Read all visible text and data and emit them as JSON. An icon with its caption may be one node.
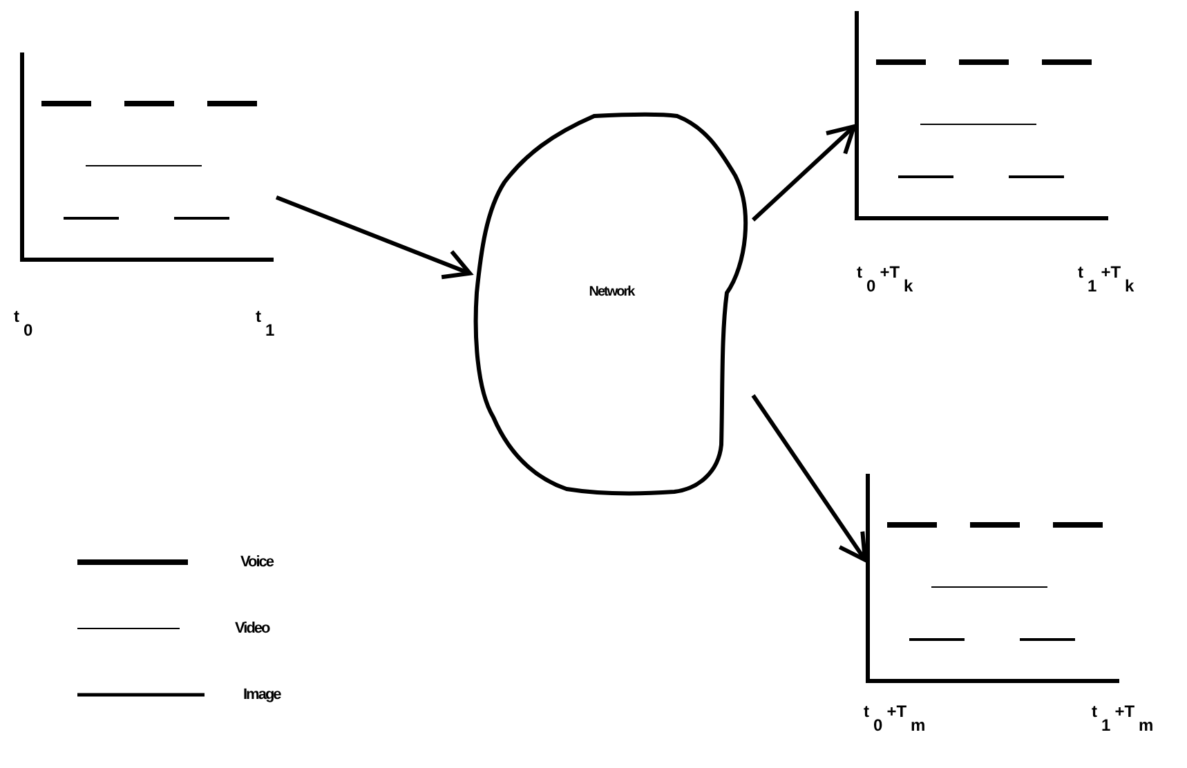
{
  "diagram": {
    "nodes": [
      {
        "text": [],
        "shape": "picture",
        "beside": [
          "t$_{0}$",
          "t$_{1}$"
        ]
      },
      {
        "text": [
          "Network"
        ]
      },
      {
        "text": [],
        "shape": "picture",
        "beside": [
          "t$_{0}$+T$_{k}$",
          "t$_{1}$+T$_{k}$"
        ]
      },
      {
        "text": [],
        "shape": "picture",
        "beside": [
          "t$_{0}$+T$_{m}$",
          "t$_{1}$+T$_{m}$"
        ]
      }
    ],
    "edges": [
      {
        "from": 0,
        "to": 1,
        "arrow": "to"
      },
      {
        "from": 1,
        "to": 2,
        "arrow": "to"
      },
      {
        "from": 1,
        "to": 3,
        "arrow": "to"
      }
    ],
    "legend": [
      {
        "text": "Voice"
      },
      {
        "text": "Video"
      },
      {
        "text": "Image"
      }
    ]
  }
}
